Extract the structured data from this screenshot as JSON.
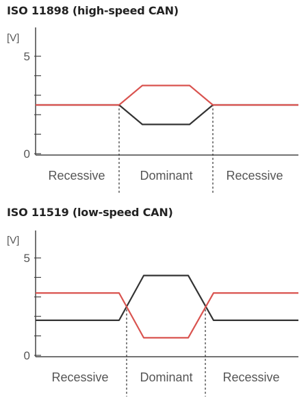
{
  "chart_data": [
    {
      "type": "line",
      "title": "ISO 11898 (high-speed CAN)",
      "ylabel": "[V]",
      "ylim": [
        0,
        5
      ],
      "yticks": [
        0,
        5
      ],
      "x": [
        0,
        1,
        2,
        3,
        4,
        5
      ],
      "regions": [
        "Recessive",
        "Dominant",
        "Recessive"
      ],
      "series": [
        {
          "values": [
            2.5,
            2.5,
            3.5,
            3.5,
            2.5,
            2.5
          ],
          "color": "#d9534f"
        },
        {
          "values": [
            2.5,
            2.5,
            1.5,
            1.5,
            2.5,
            2.5
          ],
          "color": "#333333"
        }
      ]
    },
    {
      "type": "line",
      "title": "ISO 11519 (low-speed CAN)",
      "ylabel": "[V]",
      "ylim": [
        0,
        5
      ],
      "yticks": [
        0,
        5
      ],
      "x": [
        0,
        1,
        2,
        3,
        4,
        5
      ],
      "regions": [
        "Recessive",
        "Dominant",
        "Recessive"
      ],
      "series": [
        {
          "values": [
            3.2,
            3.2,
            0.9,
            0.9,
            3.2,
            3.2
          ],
          "color": "#d9534f"
        },
        {
          "values": [
            1.8,
            1.8,
            4.1,
            4.1,
            1.8,
            1.8
          ],
          "color": "#333333"
        }
      ]
    }
  ]
}
